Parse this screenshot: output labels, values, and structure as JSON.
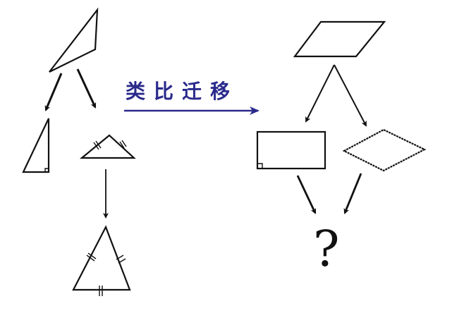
{
  "diagram": {
    "title": "类比迁移",
    "unknown_symbol": "?",
    "colors": {
      "stroke": "#111111",
      "label": "#2a2a8c",
      "background": "#ffffff"
    },
    "left_tree": {
      "root": "general-triangle",
      "children": [
        "right-triangle",
        "isosceles-triangle"
      ],
      "grandchild": "equilateral-triangle"
    },
    "right_tree": {
      "root": "parallelogram",
      "children": [
        "rectangle",
        "rhombus"
      ],
      "result": "?"
    }
  }
}
